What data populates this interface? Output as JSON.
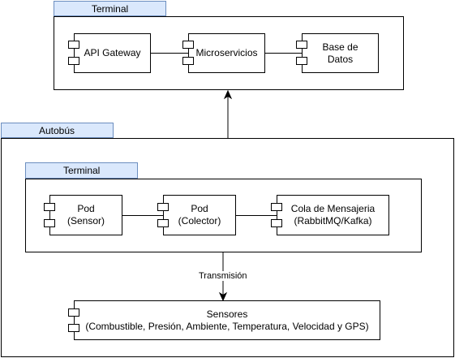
{
  "cloud_terminal": {
    "title": "Terminal",
    "components": [
      {
        "label": "API Gateway"
      },
      {
        "label": "Microservicios"
      },
      {
        "label": "Base de\nDatos"
      }
    ]
  },
  "bus": {
    "title": "Autobús",
    "terminal": {
      "title": "Terminal",
      "components": [
        {
          "label": "Pod\n(Sensor)"
        },
        {
          "label": "Pod\n(Colector)"
        },
        {
          "label": "Cola de Mensajeria\n(RabbitMQ/Kafka)"
        }
      ]
    },
    "transmission_label": "Transmisión",
    "sensors": {
      "label": "Sensores\n(Combustible, Presión, Ambiente, Temperatura, Velocidad y GPS)"
    }
  }
}
